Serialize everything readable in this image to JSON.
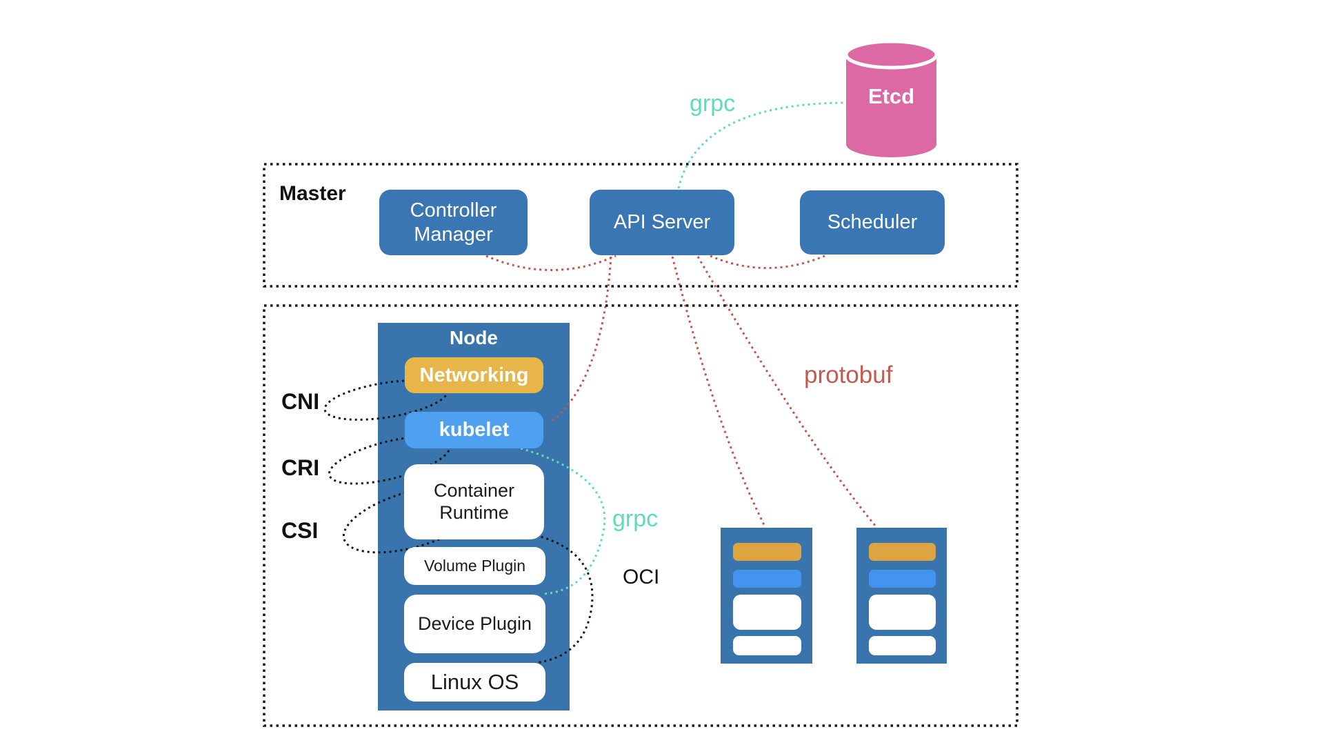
{
  "master": {
    "label": "Master",
    "components": [
      {
        "label": "Controller Manager"
      },
      {
        "label": "API Server"
      },
      {
        "label": "Scheduler"
      }
    ]
  },
  "etcd": {
    "label": "Etcd"
  },
  "node": {
    "label": "Node",
    "components": [
      {
        "label": "Networking"
      },
      {
        "label": "kubelet"
      },
      {
        "label": "Container Runtime"
      },
      {
        "label": "Volume Plugin"
      },
      {
        "label": "Device Plugin"
      },
      {
        "label": "Linux OS"
      }
    ]
  },
  "interfaces": [
    {
      "label": "CNI"
    },
    {
      "label": "CRI"
    },
    {
      "label": "CSI"
    },
    {
      "label": "OCI"
    }
  ],
  "protocols": {
    "grpc_etcd": "grpc",
    "grpc_cri": "grpc",
    "protobuf": "protobuf"
  },
  "colors": {
    "primary_blue": "#3a76b3",
    "node_column_blue": "#3a74ad",
    "kubelet_blue": "#4fa0f0",
    "networking_orange": "#e7b54a",
    "etcd_pink": "#dc68a4",
    "grpc_teal": "#5fdcb5",
    "protobuf_red": "#c4554c",
    "dash_black": "#151515"
  }
}
